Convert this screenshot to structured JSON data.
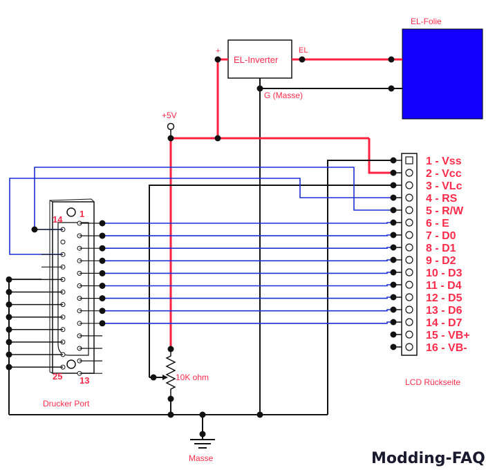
{
  "components": {
    "el_folie": "EL-Folie",
    "el_inverter": "EL-Inverter",
    "inverter_plus": "+",
    "inverter_el": "EL",
    "inverter_ground": "G (Masse)",
    "supply": "+5V",
    "potentiometer": "10K ohm",
    "ground": "Masse",
    "port": "Drucker Port",
    "lcd": "LCD Rückseite"
  },
  "db25_pins": {
    "p1": "1",
    "p13": "13",
    "p14": "14",
    "p25": "25"
  },
  "lcd_pins": [
    "1 - Vss",
    "2 - Vcc",
    "3 - VLc",
    "4 - RS",
    "5 - R/W",
    "6 - E",
    "7 - D0",
    "8 - D1",
    "9 - D2",
    "10 - D3",
    "11 - D4",
    "12 - D5",
    "13 - D6",
    "14 - D7",
    "15 - VB+",
    "16 - VB-"
  ],
  "brand": "Modding-FAQ",
  "colors": {
    "wire_red": "#ff2040",
    "wire_blue": "#1a2fd6",
    "wire_black": "#111111",
    "label_red": "#ff2a4a",
    "el_foil_fill": "#1200ff"
  }
}
